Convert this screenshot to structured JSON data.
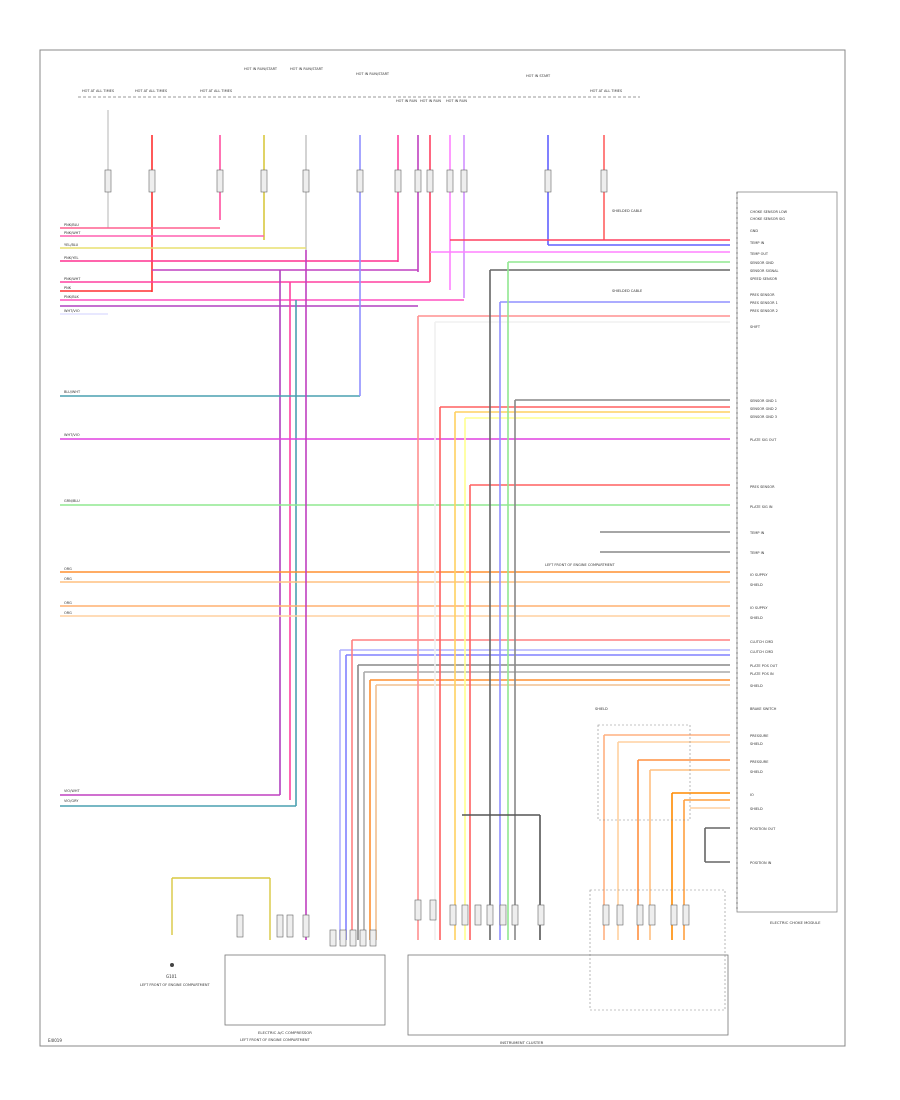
{
  "diagram": {
    "figure_id": "E4I019",
    "fuse_labels": [
      "HOT AT ALL TIMES",
      "HOT AT ALL TIMES",
      "HOT AT ALL TIMES",
      "HOT IN RUN/START",
      "HOT IN RUN/START",
      "HOT IN RUN/START",
      "HOT IN RUN",
      "HOT IN RUN",
      "HOT IN RUN",
      "HOT IN START",
      "HOT AT ALL TIMES"
    ],
    "left_wires": [
      "PNK/BLU",
      "PNK/WHT",
      "YEL/BLU",
      "PNK/YEL",
      "PNK/WHT",
      "PNK",
      "PNK/BLK",
      "WHT/VIO",
      "BLU/WHT",
      "WHT/VIO",
      "GRN/BLU",
      "ORG",
      "ORG",
      "ORG",
      "ORG",
      "VIO/WHT",
      "VIO/GRY"
    ],
    "ecm_pins": [
      "CHOKE SENSOR LOW",
      "CHOKE SENSOR SIG",
      "GND",
      "TEMP IN",
      "TEMP OUT",
      "SENSOR GND",
      "SENSOR SIGNAL",
      "SPEED SENSOR",
      "PRES SENSOR",
      "PRES SENSOR 1",
      "PRES SENSOR 2",
      "SHIFT",
      "SENSOR GND 1",
      "SENSOR GND 2",
      "SENSOR GND 3",
      "PLATE SIG OUT",
      "PRES SENSOR",
      "PLATE SIG IN",
      "TEMP IN",
      "TEMP IN",
      "IO SUPPLY",
      "SHIELD",
      "IO SUPPLY",
      "SHIELD",
      "CLUTCH CMD",
      "CLUTCH CMD",
      "PLATE POS OUT",
      "PLATE POS IN",
      "SHIELD",
      "BRAKE SWITCH",
      "PRESSURE",
      "SHIELD",
      "PRESSURE",
      "SHIELD",
      "IO",
      "SHIELD",
      "POSITION OUT",
      "POSITION IN"
    ],
    "ecm_label": "ELECTRIC CHOKE MODULE",
    "bottom_labels": [
      "ELECTRIC A/C COMPRESSOR",
      "LEFT FRONT OF ENGINE COMPARTMENT",
      "INSTRUMENT CLUSTER"
    ],
    "annotations": [
      "SHIELDED CABLE",
      "SHIELDED CABLE",
      "LEFT FRONT OF ENGINE COMPARTMENT",
      "SHIELD"
    ],
    "ground_label": "G101",
    "ground_desc": "LEFT FRONT OF ENGINE COMPARTMENT"
  }
}
